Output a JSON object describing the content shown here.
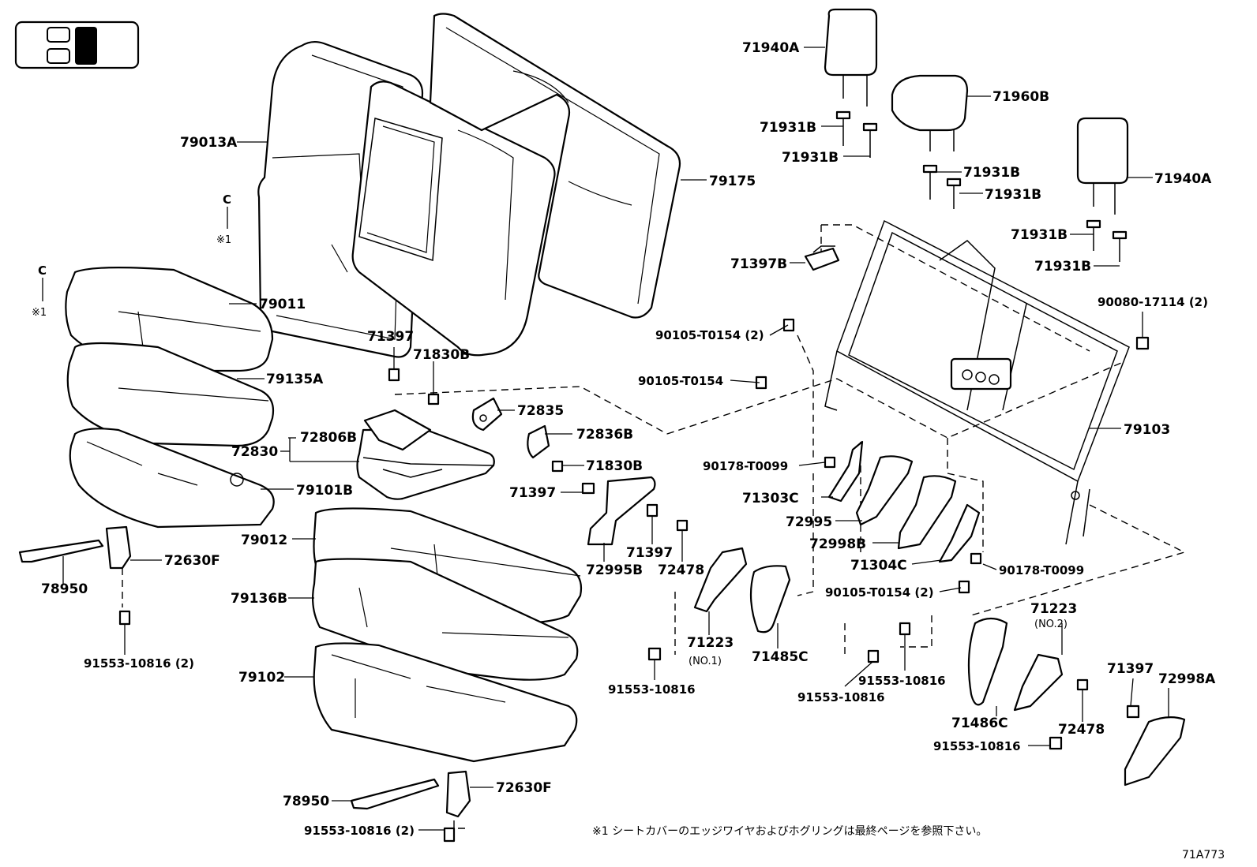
{
  "diagram_code": "71A773",
  "footnote": "※1 シートカバーのエッジワイヤおよびホグリングは最終ページを参照下さい。",
  "note_markers": [
    {
      "id": "c1",
      "letter": "C",
      "ref": "※1"
    },
    {
      "id": "c2",
      "letter": "C",
      "ref": "※1"
    }
  ],
  "labels": {
    "p71940A_top": "71940A",
    "p71960B": "71960B",
    "p71931B_1": "71931B",
    "p71931B_2": "71931B",
    "p71931B_3": "71931B",
    "p71931B_4": "71931B",
    "p71931B_5": "71931B",
    "p71931B_6": "71931B",
    "p71940A_right": "71940A",
    "p79013A": "79013A",
    "p79175": "79175",
    "p71397B": "71397B",
    "p90080": "90080-17114 (2)",
    "p90105_2a": "90105-T0154 (2)",
    "p90105_single": "90105-T0154",
    "p79011": "79011",
    "p79135A": "79135A",
    "p71397_a": "71397",
    "p71830B_a": "71830B",
    "p72835": "72835",
    "p72836B": "72836B",
    "p72806B": "72806B",
    "p72830": "72830",
    "p71830B_b": "71830B",
    "p79101B": "79101B",
    "p71397_b": "71397",
    "p79103": "79103",
    "p90178_a": "90178-T0099",
    "p71303C": "71303C",
    "p72995": "72995",
    "p72998B": "72998B",
    "p71304C": "71304C",
    "p90178_b": "90178-T0099",
    "p90105_2b": "90105-T0154 (2)",
    "p79012": "79012",
    "p72630F_a": "72630F",
    "p78950_a": "78950",
    "p72995B": "72995B",
    "p71397_c": "71397",
    "p72478_a": "72478",
    "p79136B": "79136B",
    "p71223_a": "71223",
    "p71223_a_sub": "(NO.1)",
    "p71485C": "71485C",
    "p71223_b": "71223",
    "p71223_b_sub": "(NO.2)",
    "p91553_2a": "91553-10816 (2)",
    "p91553_a": "91553-10816",
    "p91553_b": "91553-10816",
    "p91553_c": "91553-10816",
    "p79102": "79102",
    "p71397_d": "71397",
    "p72998A": "72998A",
    "p72478_b": "72478",
    "p71486C": "71486C",
    "p91553_d": "91553-10816",
    "p78950_b": "78950",
    "p72630F_b": "72630F",
    "p91553_2b": "91553-10816 (2)"
  }
}
